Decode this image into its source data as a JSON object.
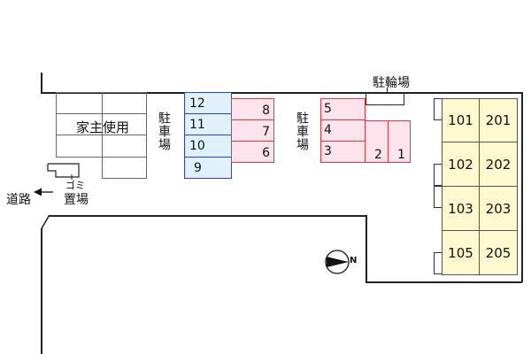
{
  "labels": {
    "owner_use": "家主使用",
    "parking_left": "駐車場",
    "parking_right": "駐車場",
    "bicycle_parking": "駐輪場",
    "road": "道路",
    "garbage_top": "ゴミ",
    "garbage_bottom": "置場",
    "north": "N"
  },
  "parking_blue": [
    "12",
    "11",
    "10",
    "9"
  ],
  "parking_red_left": [
    "8",
    "7",
    "6"
  ],
  "parking_red_right": [
    "5",
    "4",
    "3",
    "2",
    "1"
  ],
  "units": [
    [
      "101",
      "201"
    ],
    [
      "102",
      "202"
    ],
    [
      "103",
      "203"
    ],
    [
      "105",
      "205"
    ]
  ],
  "colors": {
    "blue_fill": "#dff2fb",
    "blue_border": "#2a3ee0",
    "red_fill": "#fde3ec",
    "red_border": "#e8343c",
    "unit_fill": "#fcf9cf"
  }
}
